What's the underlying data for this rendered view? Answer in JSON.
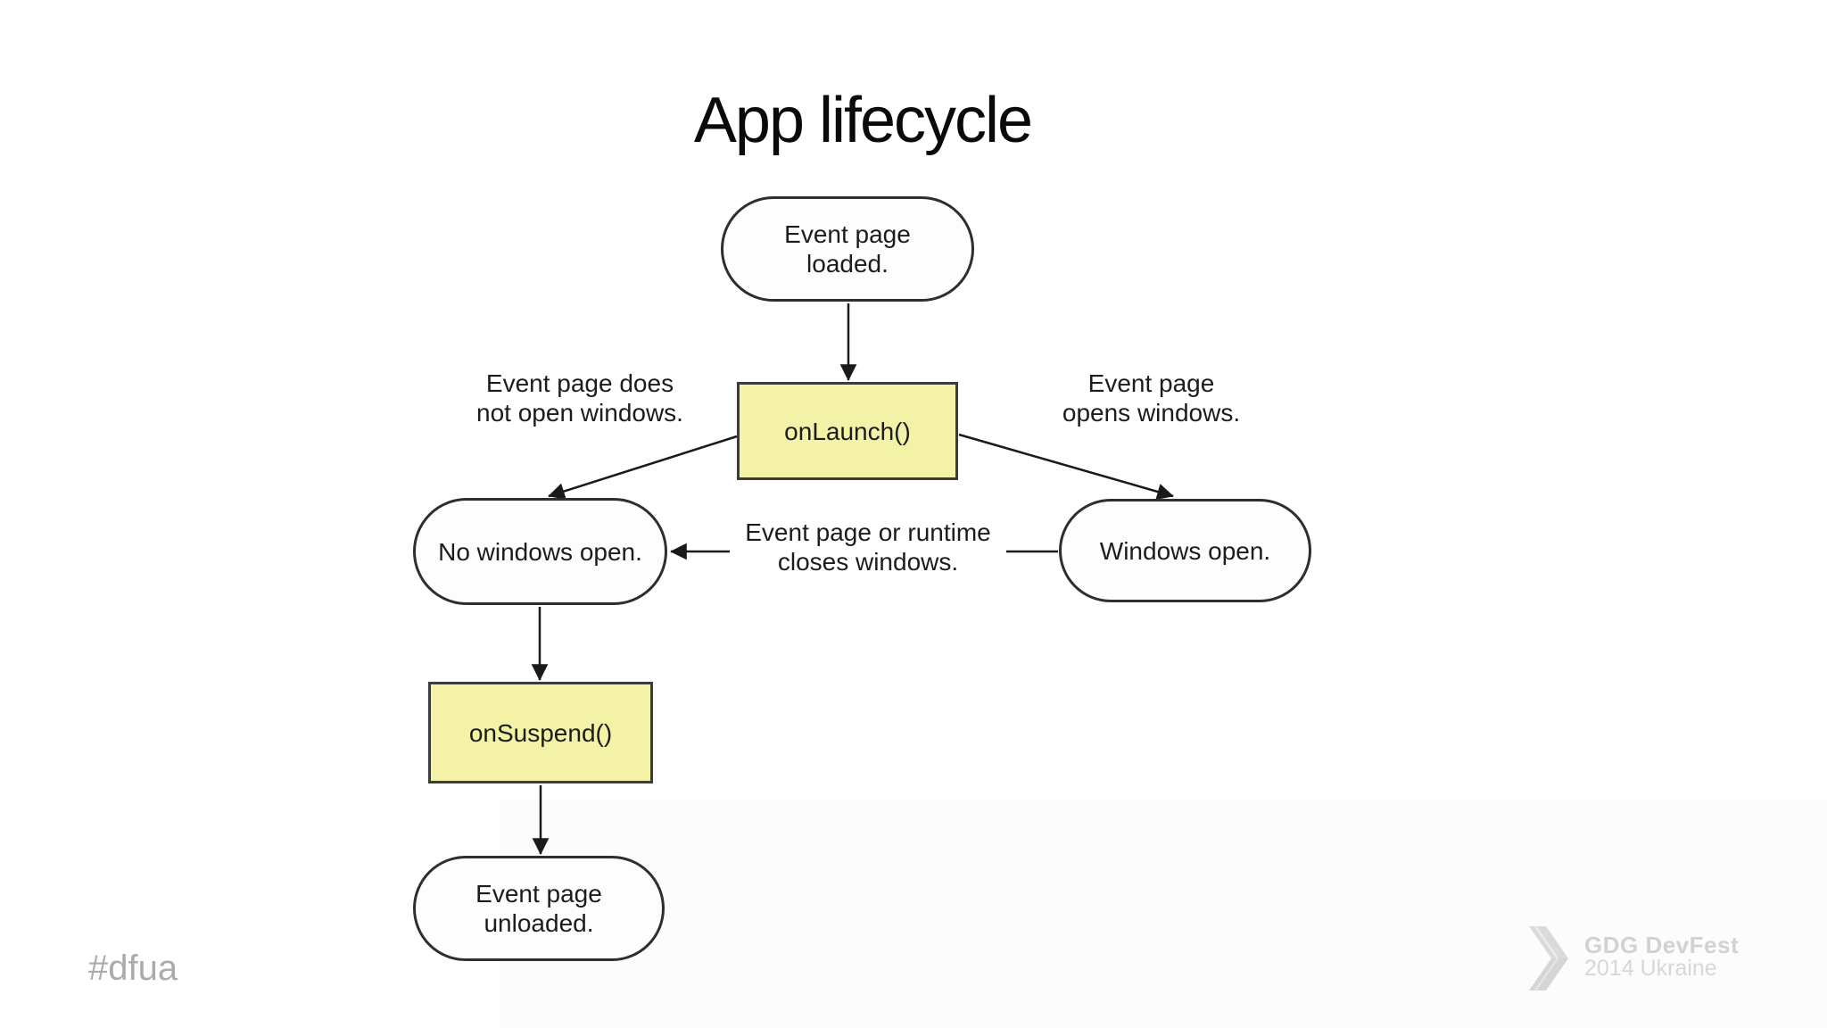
{
  "slide": {
    "title": "App lifecycle"
  },
  "diagram": {
    "nodes": {
      "event_page_loaded": "Event page\nloaded.",
      "on_launch": "onLaunch()",
      "no_windows_open": "No windows open.",
      "windows_open": "Windows open.",
      "on_suspend": "onSuspend()",
      "event_page_unloaded": "Event page\nunloaded."
    },
    "edge_labels": {
      "does_not_open": "Event page does\nnot open windows.",
      "opens": "Event page\nopens windows.",
      "closes": "Event page or runtime\ncloses windows."
    },
    "colors": {
      "callback_fill": "#f3f2a6",
      "callback_border": "#3c3c3c",
      "state_fill": "#fdfdfd",
      "state_border": "#2e2e2e",
      "arrow": "#1a1a1a",
      "text": "#1c1c1c"
    }
  },
  "footer": {
    "hashtag": "#dfua",
    "logo": {
      "name": "GDG DevFest",
      "edition": "2014 Ukraine",
      "color": "#d4d4d6"
    }
  }
}
